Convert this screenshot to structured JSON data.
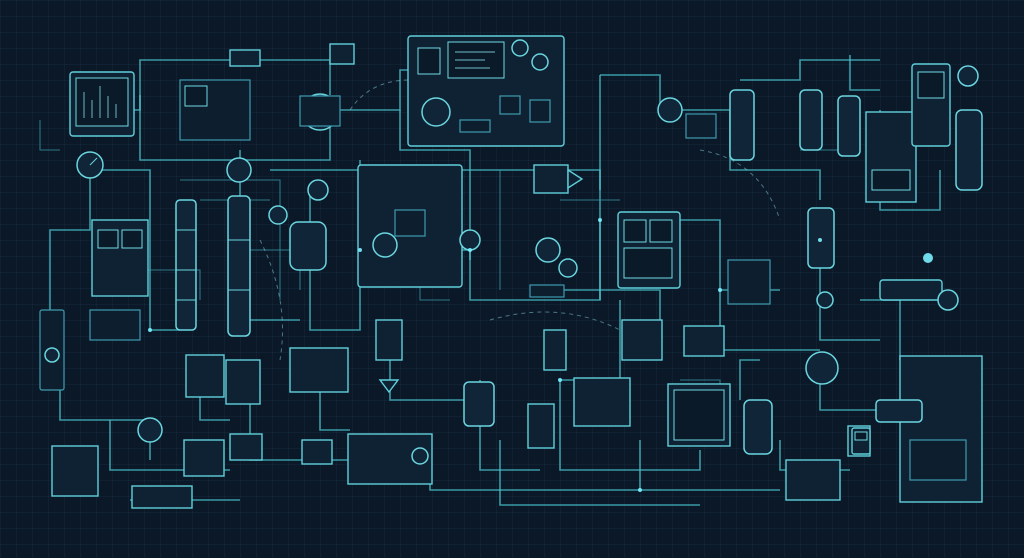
{
  "diagram": {
    "palette": {
      "background": "#0b1828",
      "grid": "#163148",
      "pipe": "#4cc4cf",
      "panel_fill": "#0f2233",
      "panel_stroke": "#5fd0db",
      "highlight": "#7af0ff"
    },
    "components": [
      "control-monitor",
      "pressure-gauge",
      "vertical-column",
      "reactor-vessel",
      "storage-tank",
      "valve",
      "pump",
      "control-panel",
      "filter-unit",
      "handheld-meter"
    ]
  }
}
